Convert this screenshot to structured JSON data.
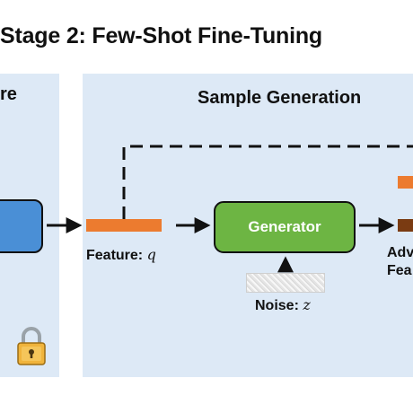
{
  "stage_title": "Stage 2: Few-Shot Fine-Tuning",
  "left_panel": {
    "title_fragment": "re"
  },
  "right_panel": {
    "title": "Sample Generation"
  },
  "feature": {
    "label": "Feature: ",
    "symbol": "q",
    "color": "#ec7b2f"
  },
  "generator": {
    "label": "Generator",
    "color": "#6db543"
  },
  "noise": {
    "label": "Noise: ",
    "symbol": "z"
  },
  "adversarial": {
    "line1": "Adv",
    "line2": "Fea",
    "orange_color": "#ec7b2f",
    "brown_color": "#7a3b12"
  },
  "colors": {
    "panel_bg": "#dde9f6",
    "encoder_blue": "#4a8fd6"
  },
  "icons": {
    "lock": "lock-icon"
  }
}
